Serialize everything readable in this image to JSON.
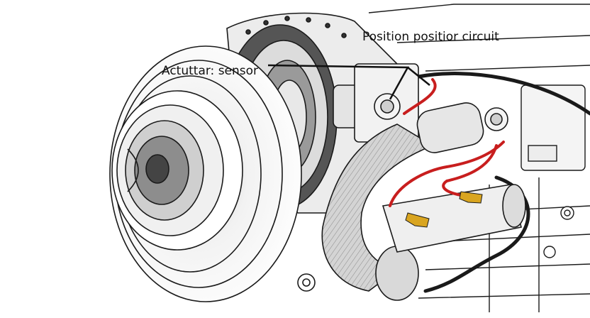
{
  "labels": {
    "actuator_sensor": "Actuttar: sensor",
    "position_circuit": "Position positior circuit"
  },
  "colors": {
    "line": "#1a1a1a",
    "wire_red": "#c81e1e",
    "connector_gold": "#d9a520",
    "hose_gray": "#c9c9c9",
    "background": "#ffffff"
  },
  "icons": [
    "turbocharger-illustration",
    "intake-hose",
    "red-wire",
    "gold-connector",
    "sensor-fitting"
  ]
}
